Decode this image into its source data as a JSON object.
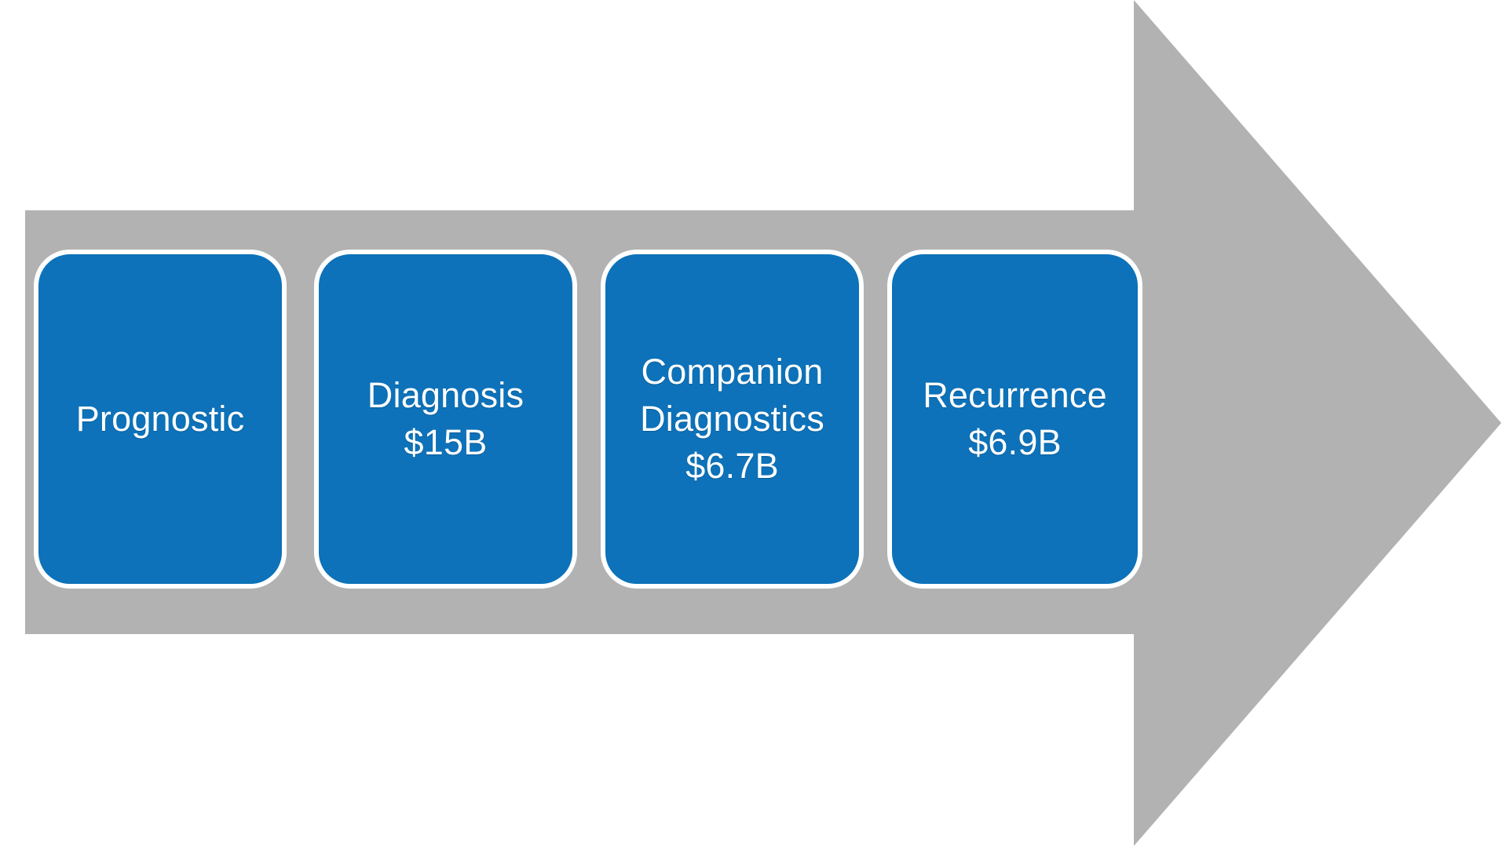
{
  "diagram": {
    "type": "process-arrow",
    "direction": "right",
    "colors": {
      "arrow_gray": "#b2b2b2",
      "box_blue": "#0d72b9",
      "box_border": "#ffffff",
      "text": "#ffffff",
      "background": "#ffffff"
    },
    "stages": [
      {
        "name": "prognostic",
        "lines": [
          "Prognostic"
        ],
        "label": "Prognostic",
        "value": ""
      },
      {
        "name": "diagnosis",
        "lines": [
          "Diagnosis",
          "$15B"
        ],
        "label": "Diagnosis",
        "value": "$15B"
      },
      {
        "name": "companion-diagnostics",
        "lines": [
          "Companion",
          "Diagnostics",
          "$6.7B"
        ],
        "label": "Companion Diagnostics",
        "value": "$6.7B"
      },
      {
        "name": "recurrence",
        "lines": [
          "Recurrence",
          "$6.9B"
        ],
        "label": "Recurrence",
        "value": "$6.9B"
      }
    ]
  }
}
